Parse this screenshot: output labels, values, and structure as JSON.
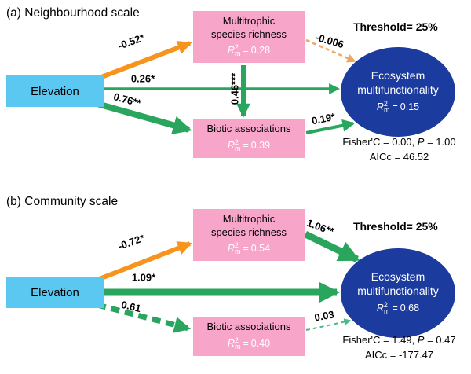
{
  "notation": {
    "r": "R",
    "sup": "2",
    "sub": "m",
    "eq": "="
  },
  "colors": {
    "elevation_box": "#5BC8F1",
    "node_box": "#F8A5CA",
    "emf_ellipse": "#1B3B9E",
    "positive_arrow": "#2AA55D",
    "negative_arrow": "#F7941E",
    "ns_negative_arrow": "#F2A55E",
    "ns_positive_arrow": "#49B987"
  },
  "panels": [
    {
      "label": "(a) Neighbourhood scale",
      "threshold": "Threshold= 25%",
      "elevation": "Elevation",
      "richness": {
        "line1": "Multitrophic",
        "line2": "species richness",
        "r2": "0.28"
      },
      "biotic": {
        "title": "Biotic associations",
        "r2": "0.39"
      },
      "emf": {
        "line1": "Ecosystem",
        "line2": "multifunctionality",
        "r2": "0.15"
      },
      "coefficients": {
        "elev_richness": "-0.52*",
        "elev_emf": "0.26*",
        "elev_biotic": "0.76**",
        "richness_biotic": "0.46***",
        "richness_emf": "-0.006",
        "biotic_emf": "0.19*"
      },
      "fit": {
        "fisher": "Fisher'C = 0.00,",
        "p_label": "P",
        "p_value": "= 1.00",
        "aicc": "AICc = 46.52"
      }
    },
    {
      "label": "(b) Community scale",
      "threshold": "Threshold= 25%",
      "elevation": "Elevation",
      "richness": {
        "line1": "Multitrophic",
        "line2": "species richness",
        "r2": "0.54"
      },
      "biotic": {
        "title": "Biotic associations",
        "r2": "0.40"
      },
      "emf": {
        "line1": "Ecosystem",
        "line2": "multifunctionality",
        "r2": "0.68"
      },
      "coefficients": {
        "elev_richness": "-0.72*",
        "elev_emf": "1.09*",
        "elev_biotic": "0.61",
        "richness_emf": "1.06**",
        "biotic_emf": "0.03"
      },
      "fit": {
        "fisher": "Fisher'C = 1.49,",
        "p_label": "P",
        "p_value": "= 0.47",
        "aicc": "AICc = -177.47"
      }
    }
  ]
}
